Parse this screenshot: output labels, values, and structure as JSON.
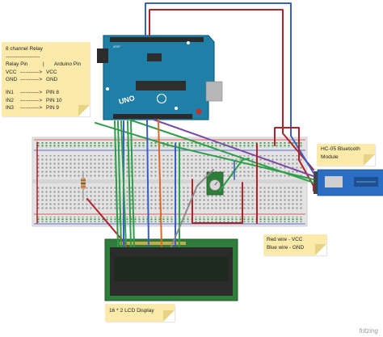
{
  "colors": {
    "arduino": "#1f7fa6",
    "board_dark": "#15607f",
    "breadboard": "#e3e3e3",
    "red_wire": "#b3222b",
    "blue_wire": "#3a5fc4",
    "green_wire": "#2f9e4a",
    "purple_wire": "#7a4aa6",
    "orange_wire": "#d86a2a",
    "lcd_board": "#2f7d3a",
    "lcd_screen": "#1f2a1f",
    "bt_module": "#2a6fc4",
    "note": "#fbeaa9"
  },
  "arduino": {
    "logo": "UNO",
    "ref_label": "AREF"
  },
  "relay_note": {
    "title": "8 channel Relay",
    "divider": "--------------------",
    "header_left": "Relay Pin",
    "header_sep": "|",
    "header_right": "Arduino Pin",
    "rows": [
      {
        "left": "VCC",
        "arrow": "----------->",
        "right": "VCC"
      },
      {
        "left": "GND",
        "arrow": "----------->",
        "right": "GND"
      }
    ],
    "in_rows": [
      {
        "left": "IN1",
        "arrow": "----------->",
        "right": "PIN 8"
      },
      {
        "left": "IN2",
        "arrow": "----------->",
        "right": "PIN 10"
      },
      {
        "left": "IN3",
        "arrow": "----------->",
        "right": "PIN 9"
      }
    ]
  },
  "bt_note": {
    "line1": "HC-05 Bluetooth",
    "line2": "Module"
  },
  "wire_note": {
    "line1": "Red wire - VCC",
    "line2": "Blue wire - GND"
  },
  "lcd_note": {
    "label": "16 * 2 LCD Display"
  },
  "watermark": "fritzing"
}
